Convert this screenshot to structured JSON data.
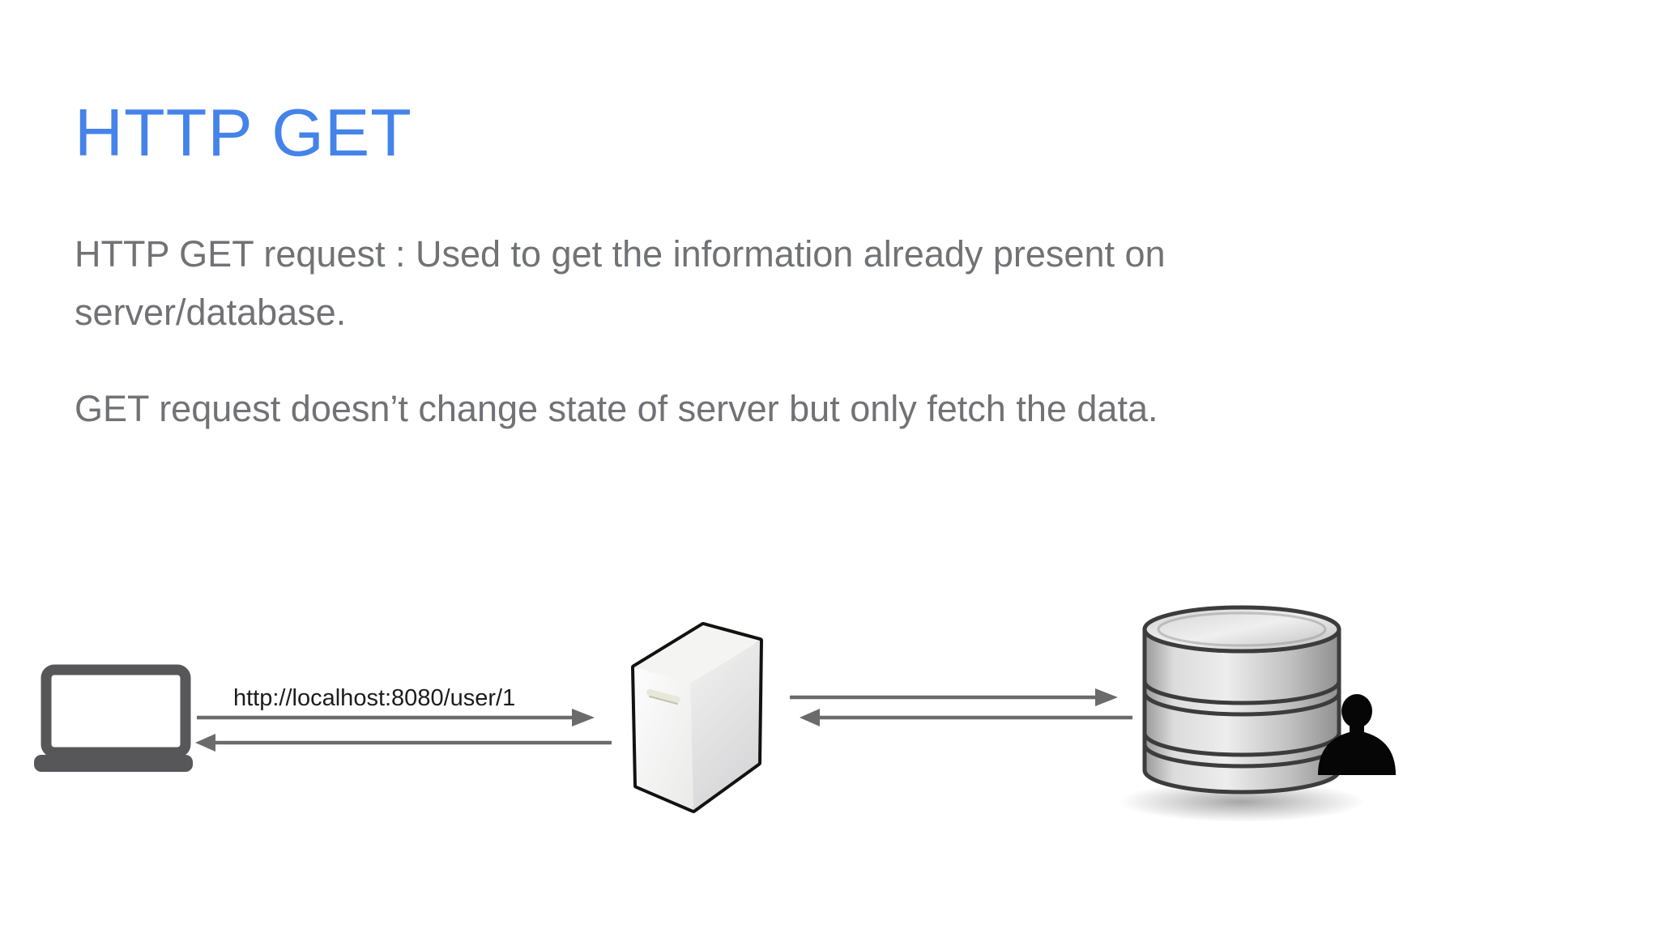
{
  "theme": {
    "background": "#ffffff",
    "accent": "#4583ea",
    "body-text": "#717275",
    "arrow": "#6b6b6b",
    "laptop": "#57575a",
    "label-text": "#1c1c1c"
  },
  "slide": {
    "title": "HTTP GET",
    "paragraphs": {
      "p1": "HTTP GET request : Used to get the information already present on server/database.",
      "p2": "GET request doesn’t change state of server but only fetch the data."
    }
  },
  "diagram": {
    "request_label": "http://localhost:8080/user/1",
    "nodes": [
      {
        "id": "client",
        "icon": "laptop-icon"
      },
      {
        "id": "server",
        "icon": "server-tower-icon"
      },
      {
        "id": "database",
        "icon": "database-icon"
      },
      {
        "id": "database-user",
        "icon": "person-icon"
      }
    ],
    "arrows": [
      {
        "from": "client",
        "to": "server",
        "direction": "right",
        "label": "http://localhost:8080/user/1"
      },
      {
        "from": "server",
        "to": "client",
        "direction": "left",
        "label": ""
      },
      {
        "from": "server",
        "to": "database",
        "direction": "right",
        "label": ""
      },
      {
        "from": "database",
        "to": "server",
        "direction": "left",
        "label": ""
      }
    ]
  }
}
